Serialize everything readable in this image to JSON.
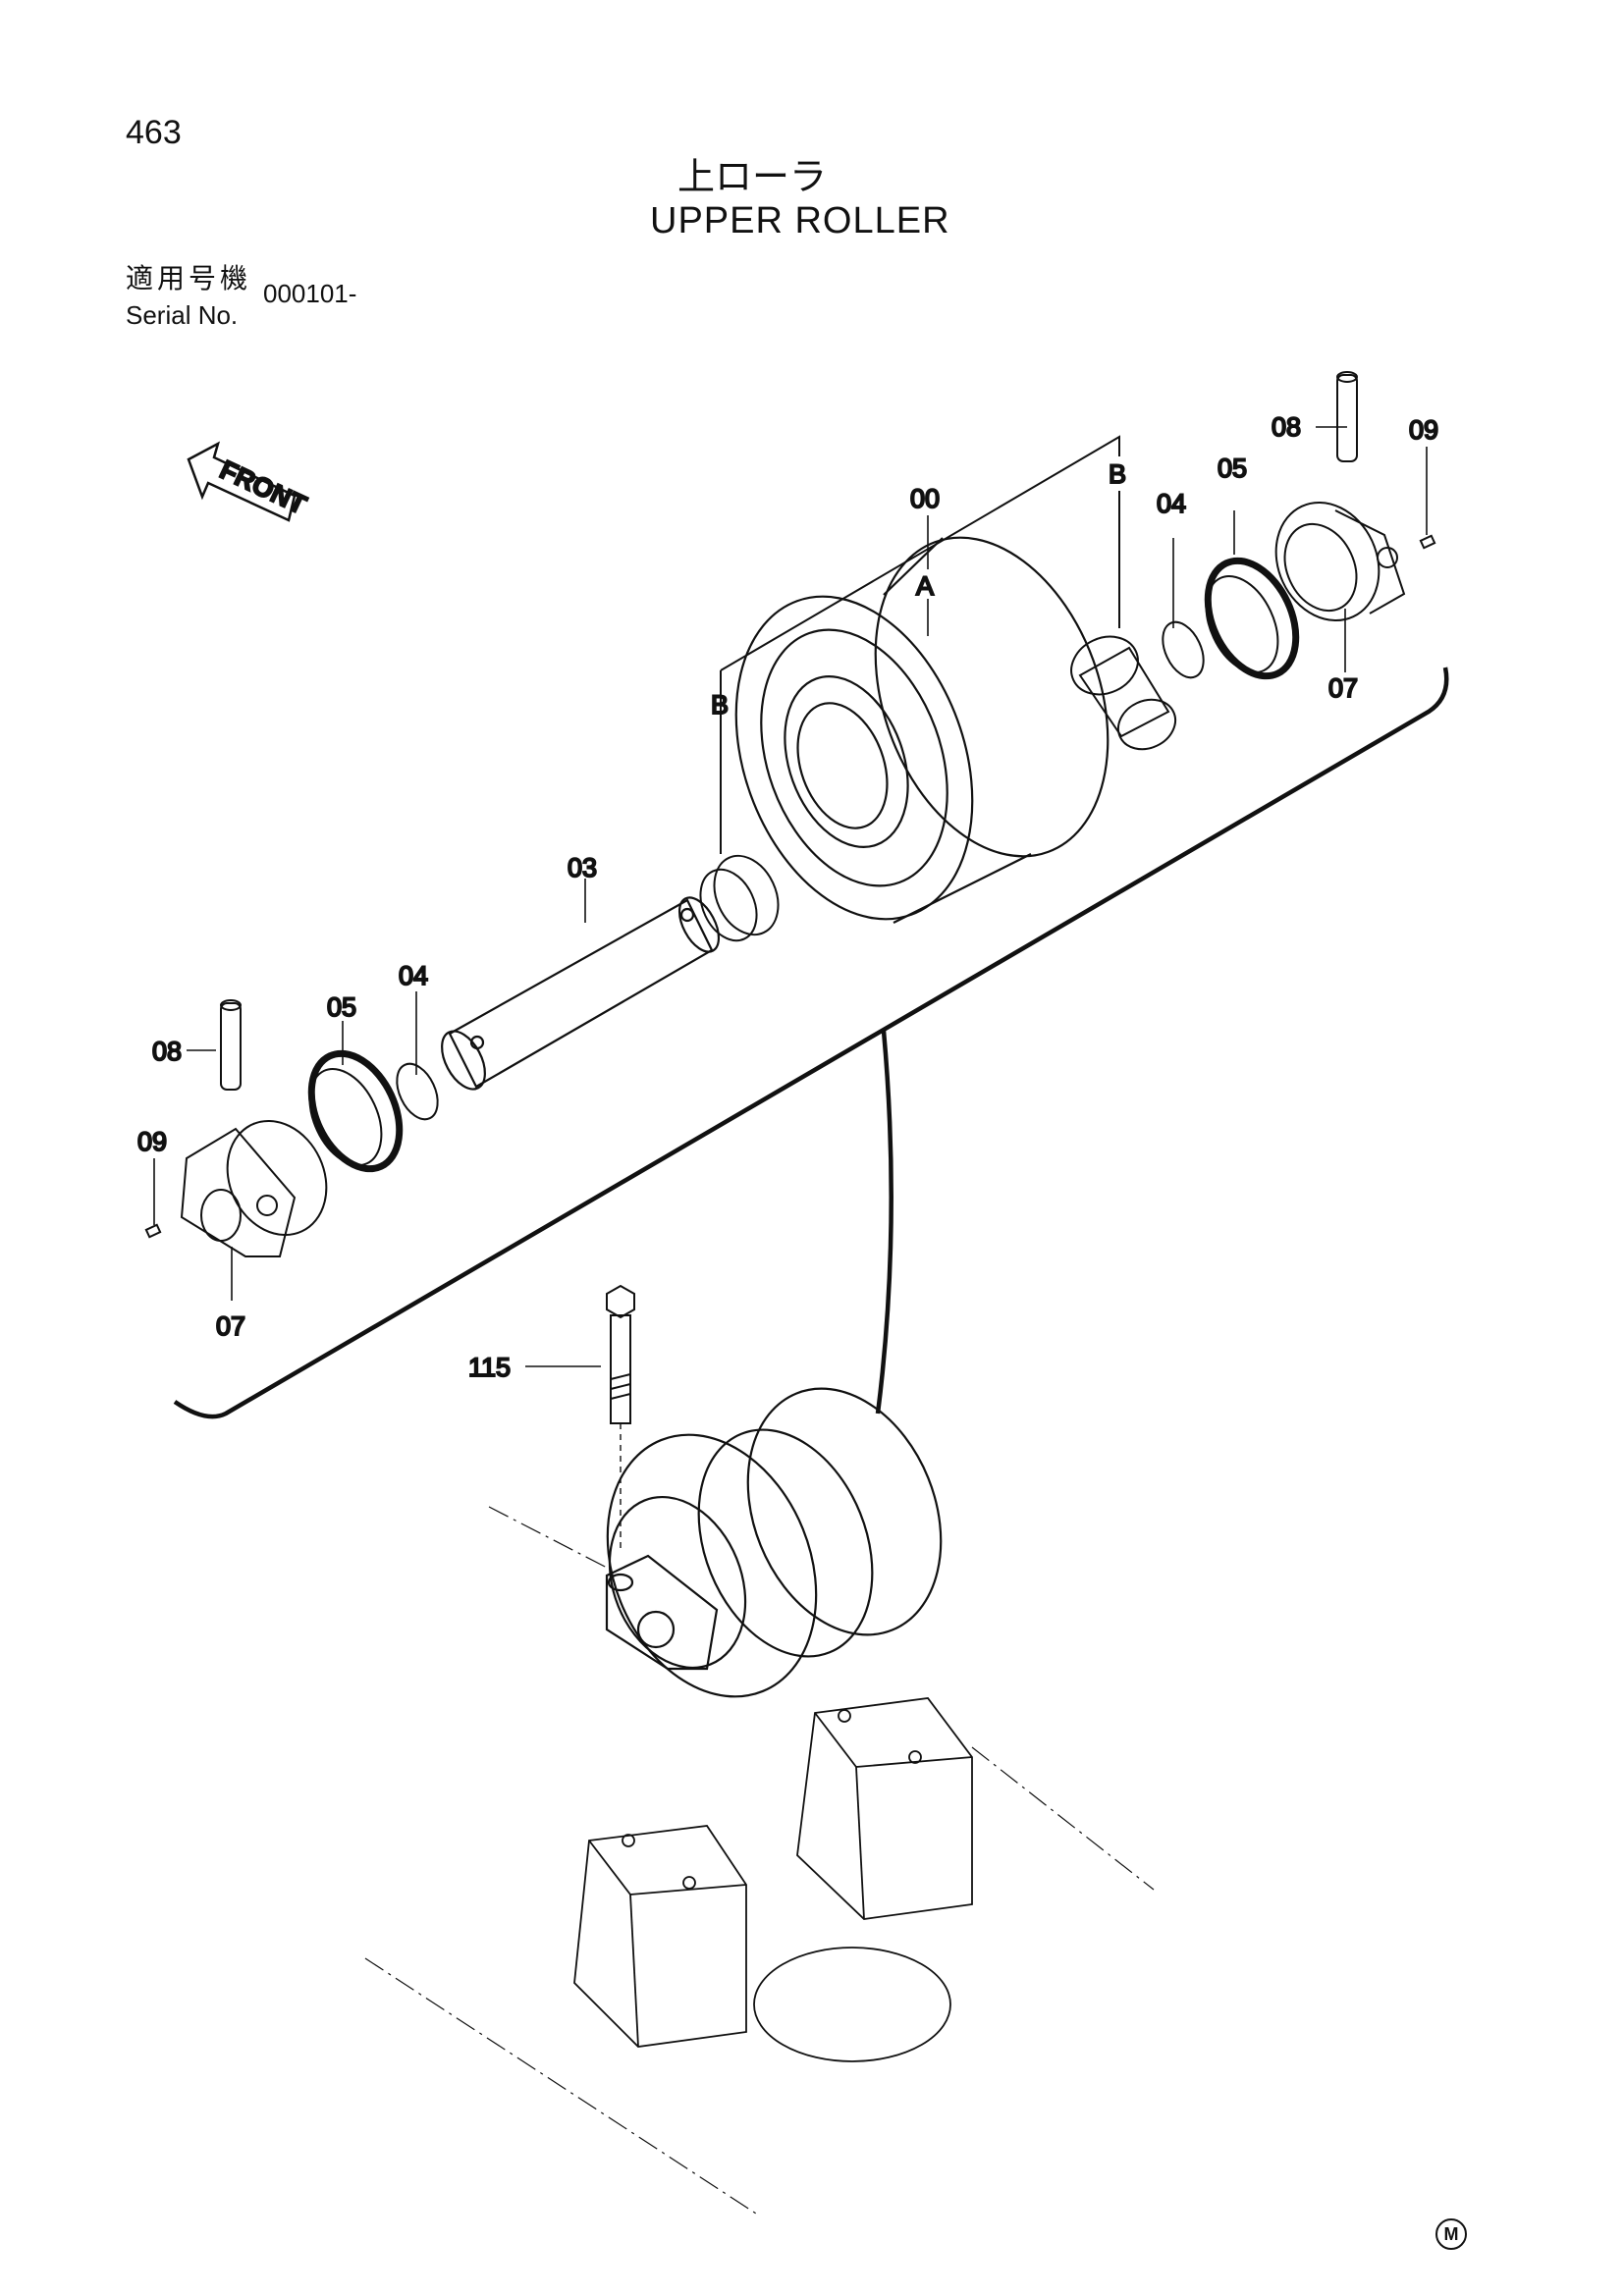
{
  "page_number": "463",
  "title_jp": "上ローラ",
  "title_en": "UPPER ROLLER",
  "serial_label_jp": "適用号機",
  "serial_label_en": "Serial No.",
  "serial_value": "000101-",
  "front_label": "FRONT",
  "mark": "M",
  "callouts": {
    "c00": "00",
    "cA": "A",
    "cB1": "B",
    "cB2": "B",
    "c03": "03",
    "c04L": "04",
    "c05L": "05",
    "c08L": "08",
    "c09L": "09",
    "c07L": "07",
    "c04R": "04",
    "c05R": "05",
    "c08R": "08",
    "c09R": "09",
    "c07R": "07",
    "c115": "115"
  }
}
